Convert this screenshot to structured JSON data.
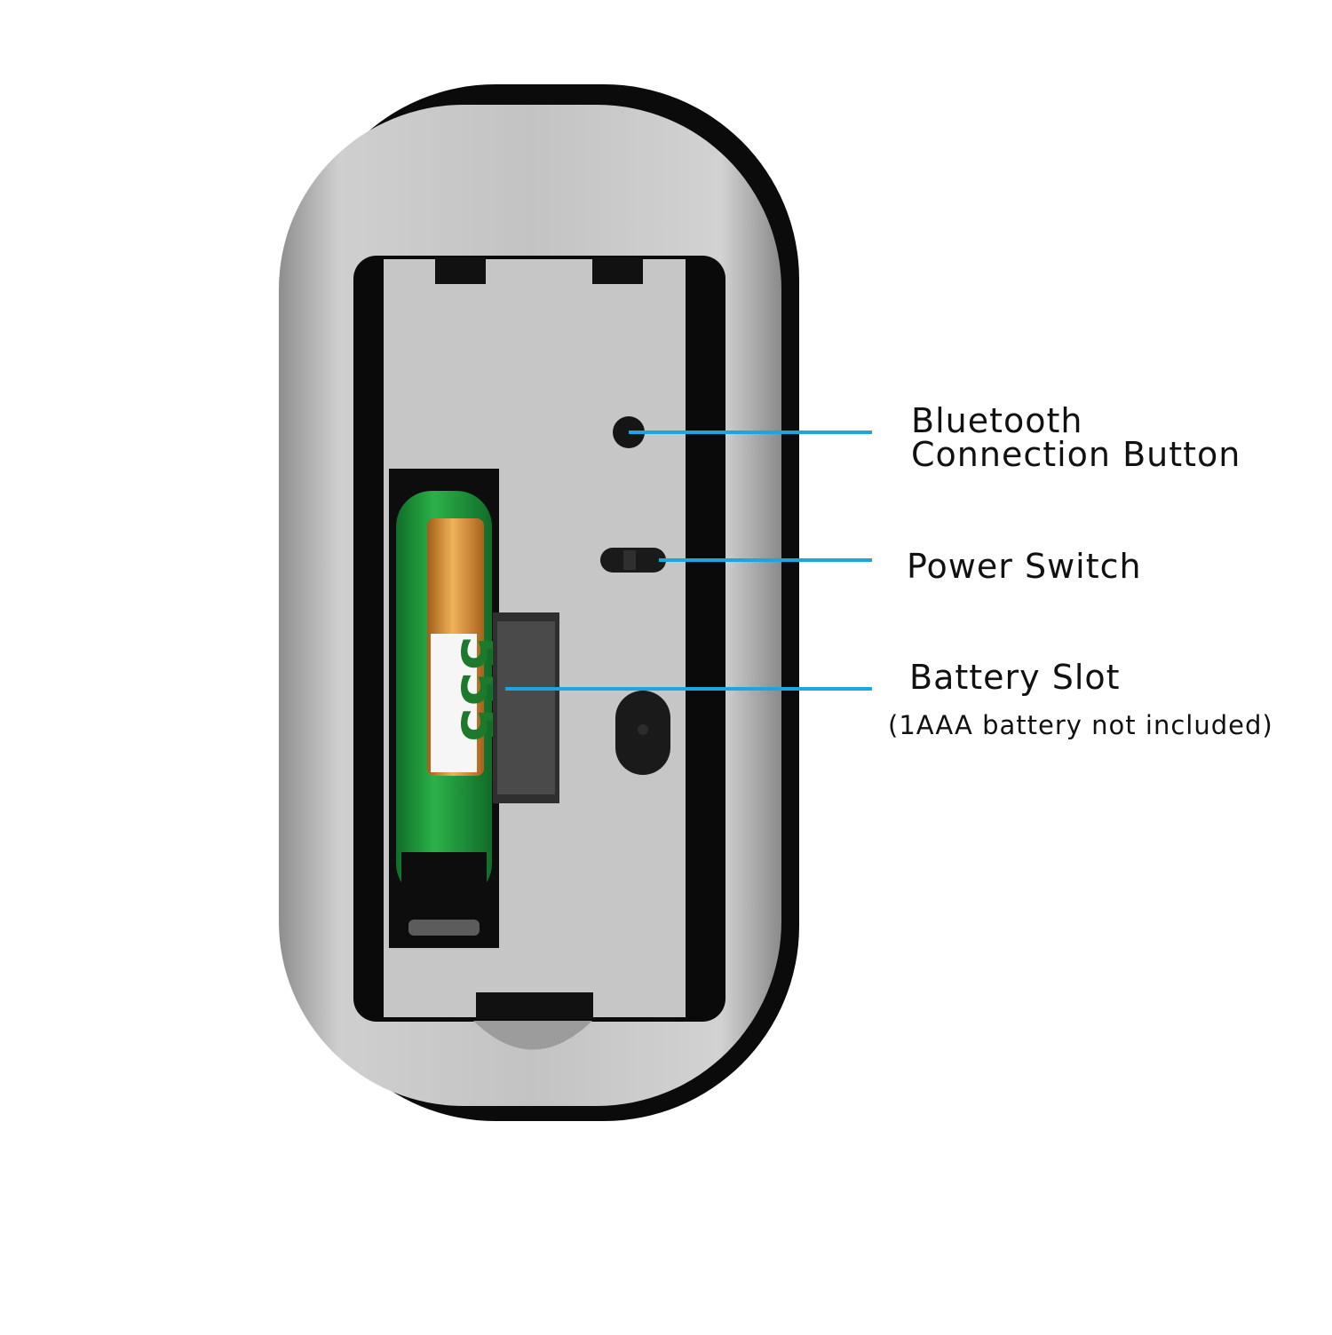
{
  "callouts": {
    "bluetooth": {
      "line1": "Bluetooth",
      "line2": "Connection Button"
    },
    "power": {
      "label": "Power Switch"
    },
    "battery": {
      "label": "Battery Slot",
      "note": "(1AAA battery not included)"
    }
  },
  "colors": {
    "callout_line": "#1aa7df",
    "shell_black": "#0b0b0b",
    "silver": "#b8b8b8",
    "compartment": "#c7c7c7",
    "battery_green": "#1f9a3d",
    "battery_gold": "#d68a2c"
  }
}
